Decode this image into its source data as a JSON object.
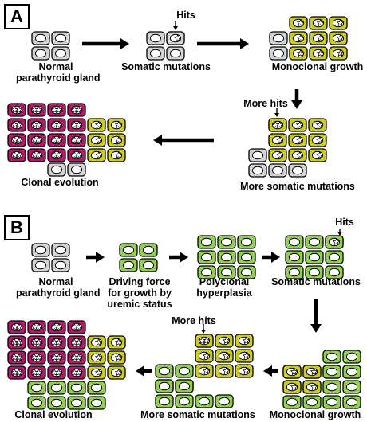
{
  "panels": [
    {
      "letter": "A",
      "labels": {
        "normal": [
          "Normal",
          "parathyroid gland"
        ],
        "somatic": "Somatic mutations",
        "monoclonal": "Monoclonal growth",
        "more_somatic": "More somatic mutations",
        "clonal": "Clonal evolution"
      },
      "annotations": {
        "hits": "Hits",
        "more_hits": "More hits"
      }
    },
    {
      "letter": "B",
      "labels": {
        "normal": [
          "Normal",
          "parathyroid gland"
        ],
        "driving": [
          "Driving force",
          "for growth by",
          "uremic status"
        ],
        "polyclonal": [
          "Polyclonal",
          "hyperplasia"
        ],
        "somatic": "Somatic mutations",
        "monoclonal": "Monoclonal growth",
        "more_somatic": "More somatic mutations",
        "clonal": "Clonal evolution"
      },
      "annotations": {
        "hits": "Hits",
        "more_hits": "More hits"
      }
    }
  ],
  "colors": {
    "normal_cell": "#d4d4d4",
    "mutant_cell": "#cccc22",
    "clonal_cell": "#b5186a",
    "hyperplastic_cell": "#92d050",
    "nucleus": "#ffffff",
    "outline": "#000000"
  }
}
